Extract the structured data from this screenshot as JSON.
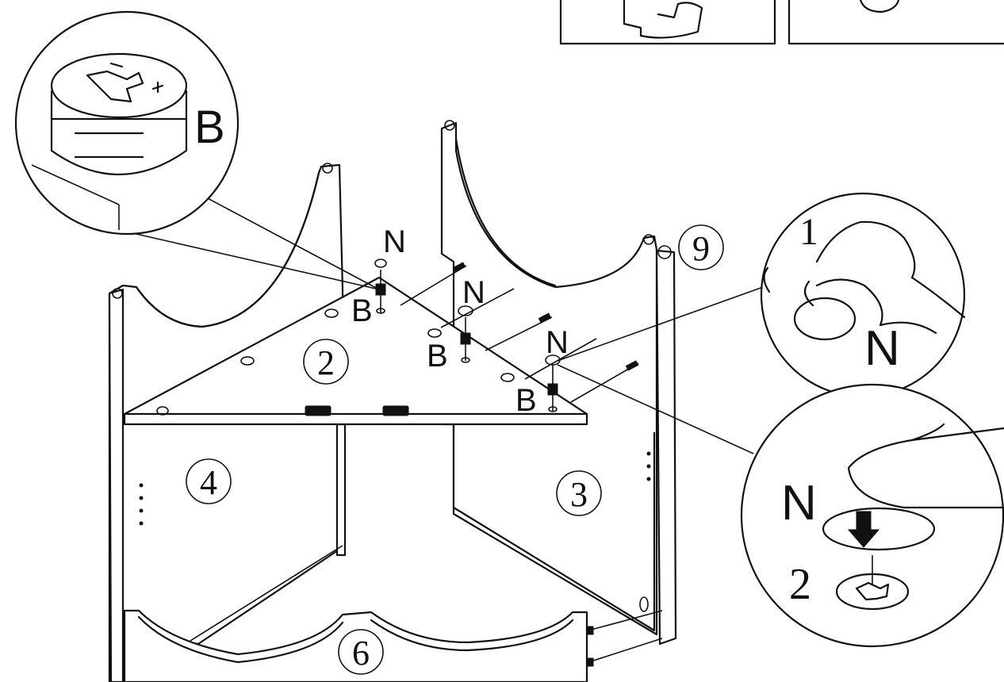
{
  "labels": {
    "cam_lock": "B",
    "cap": "N"
  },
  "part_numbers": {
    "shelf": "2",
    "right_panel": "3",
    "left_panel": "4",
    "bottom_rail": "6",
    "back_post": "9"
  },
  "step_numbers": {
    "peel": "1",
    "press": "2"
  }
}
